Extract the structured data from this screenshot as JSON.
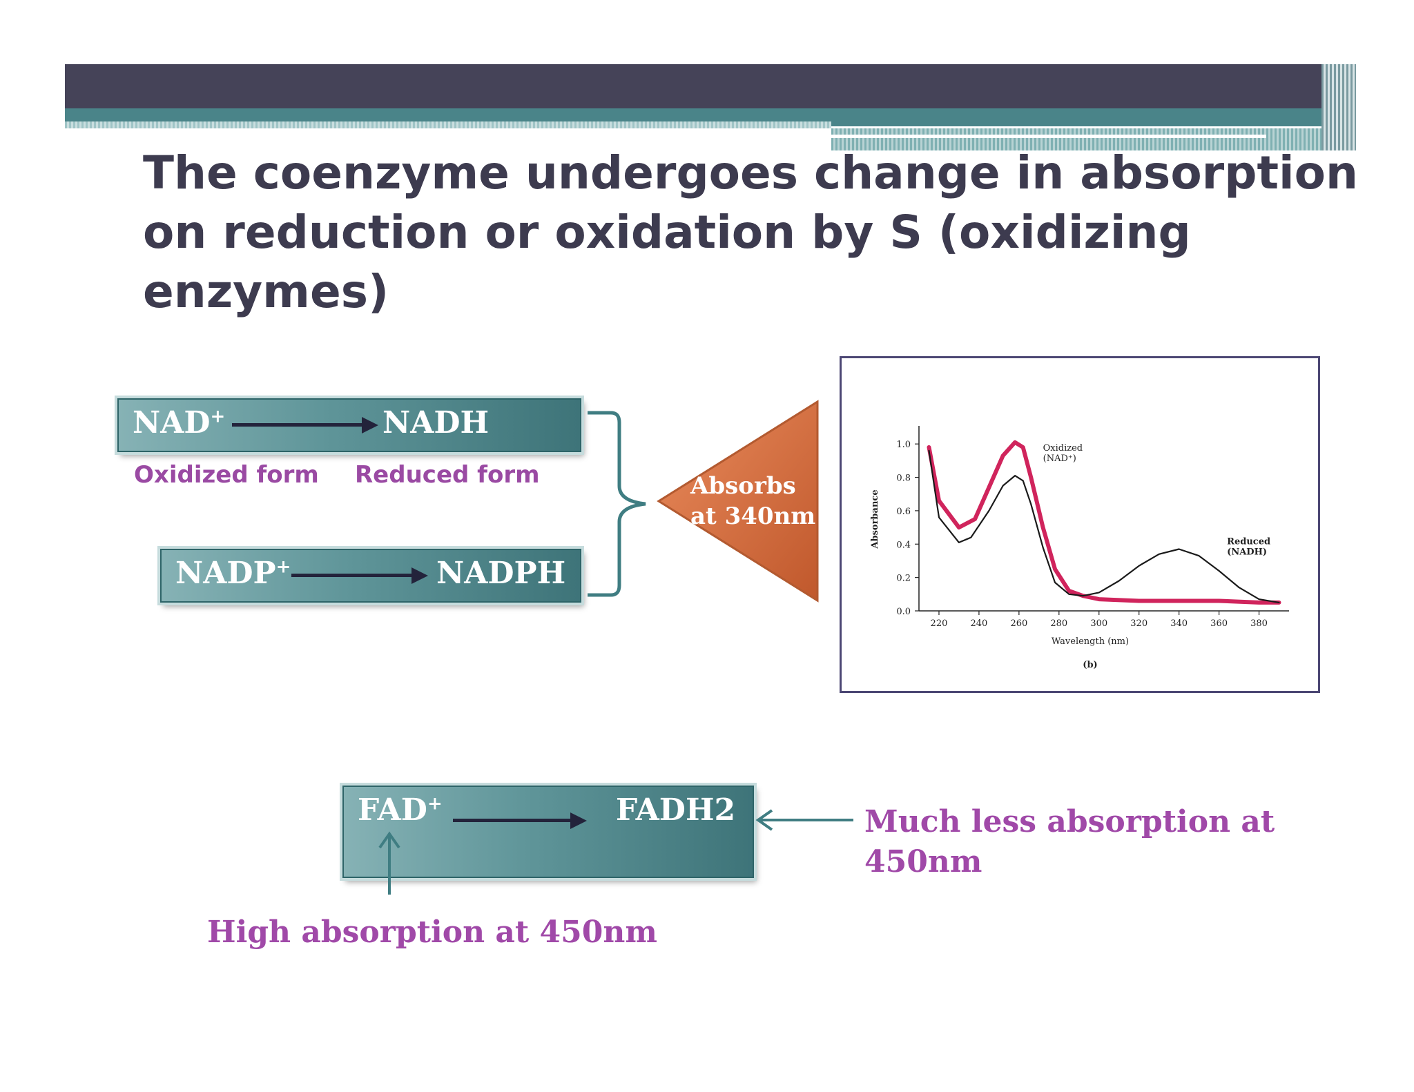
{
  "header": {
    "colors": {
      "dark_band": "#454358",
      "teal_band": "#4a8489"
    }
  },
  "slide": {
    "title": "The coenzyme undergoes change in absorption on reduction or oxidation by S (oxidizing enzymes)"
  },
  "reactions": {
    "nad": {
      "from": "NAD",
      "from_sup": "+",
      "to": "NADH"
    },
    "nadp": {
      "from": "NADP",
      "from_sup": "+",
      "to": "NADPH"
    },
    "fad": {
      "from": "FAD",
      "from_sup": "+",
      "to": "FADH2"
    }
  },
  "labels": {
    "oxidized_form": "Oxidized form",
    "reduced_form": "Reduced form",
    "absorbs_line1": "Absorbs",
    "absorbs_line2": "at 340nm",
    "much_less": "Much less absorption at 450nm",
    "high_absorption": "High absorption at 450nm"
  },
  "colors": {
    "purple": "#9a4aa3",
    "triangle": "#d06a3a",
    "box_teal": "#4f878b"
  },
  "chart_data": {
    "type": "line",
    "title": "",
    "caption": "(b)",
    "xlabel": "Wavelength (nm)",
    "ylabel": "Absorbance",
    "xlim": [
      210,
      395
    ],
    "ylim": [
      0,
      1.1
    ],
    "x_ticks": [
      220,
      240,
      260,
      280,
      300,
      320,
      340,
      360,
      380
    ],
    "y_ticks": [
      "0.0",
      "0.2",
      "0.4",
      "0.6",
      "0.8",
      "1.0"
    ],
    "series": [
      {
        "name": "Oxidized (NAD+)",
        "color": "#d0245c",
        "x": [
          215,
          220,
          230,
          238,
          245,
          252,
          258,
          262,
          266,
          272,
          278,
          285,
          292,
          300,
          320,
          340,
          360,
          380,
          390
        ],
        "y": [
          0.98,
          0.66,
          0.5,
          0.55,
          0.74,
          0.93,
          1.01,
          0.98,
          0.8,
          0.5,
          0.25,
          0.12,
          0.09,
          0.07,
          0.06,
          0.06,
          0.06,
          0.05,
          0.05
        ]
      },
      {
        "name": "Reduced (NADH)",
        "color": "#1a1a1a",
        "x": [
          215,
          220,
          230,
          236,
          245,
          252,
          258,
          262,
          266,
          272,
          278,
          285,
          292,
          300,
          310,
          320,
          330,
          340,
          350,
          360,
          370,
          380,
          390
        ],
        "y": [
          0.96,
          0.56,
          0.41,
          0.44,
          0.6,
          0.75,
          0.81,
          0.78,
          0.64,
          0.38,
          0.17,
          0.1,
          0.09,
          0.11,
          0.18,
          0.27,
          0.34,
          0.37,
          0.33,
          0.24,
          0.14,
          0.07,
          0.05
        ]
      }
    ],
    "annotations": [
      {
        "text_lines": [
          "Oxidized",
          "(NAD⁺)"
        ],
        "x": 272,
        "y": 0.96
      },
      {
        "text_lines": [
          "Reduced",
          "(NADH)"
        ],
        "x": 364,
        "y": 0.4
      }
    ]
  }
}
